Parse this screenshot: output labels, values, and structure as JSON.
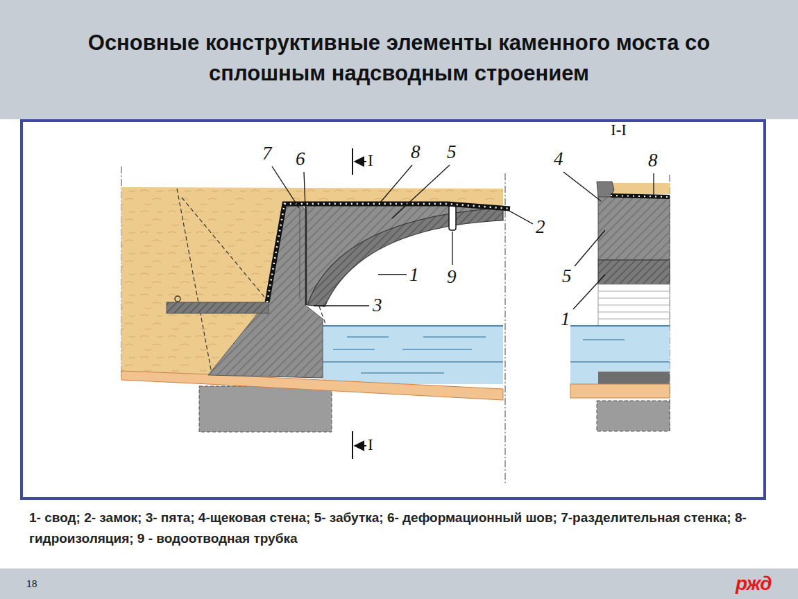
{
  "diagram": {
    "title": "Основные конструктивные элементы каменного моста со сплошным надсводным строением",
    "caption": "1- свод; 2- замок; 3- пята; 4-щековая стена; 5- забутка; 6- деформационный шов; 7-разделительная стенка; 8- гидроизоляция; 9 - водоотводная трубка",
    "labels": [
      "I",
      "7",
      "6",
      "8",
      "5",
      "2",
      "1",
      "9",
      "3",
      "I",
      "I-I",
      "4",
      "8",
      "5",
      "1",
      "18",
      "ржд"
    ]
  }
}
